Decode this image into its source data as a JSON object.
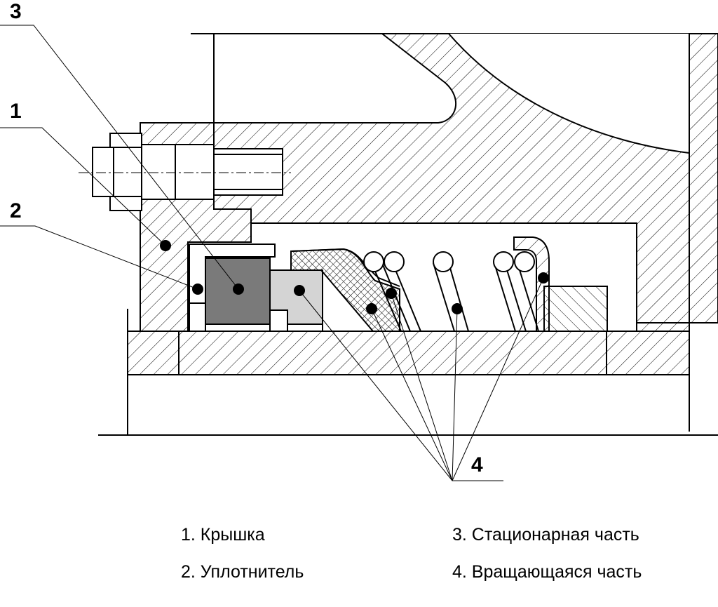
{
  "callouts": {
    "c1": "1",
    "c2": "2",
    "c3": "3",
    "c4": "4"
  },
  "legend": {
    "item1": "1. Крышка",
    "item2": "2. Уплотнитель",
    "item3": "3. Стационарная часть",
    "item4": "4. Вращающаяся часть"
  },
  "colors": {
    "stationary_fill": "#7a7a7a",
    "rotating_block_fill": "#d4d4d4",
    "line": "#000000",
    "background": "#ffffff"
  }
}
